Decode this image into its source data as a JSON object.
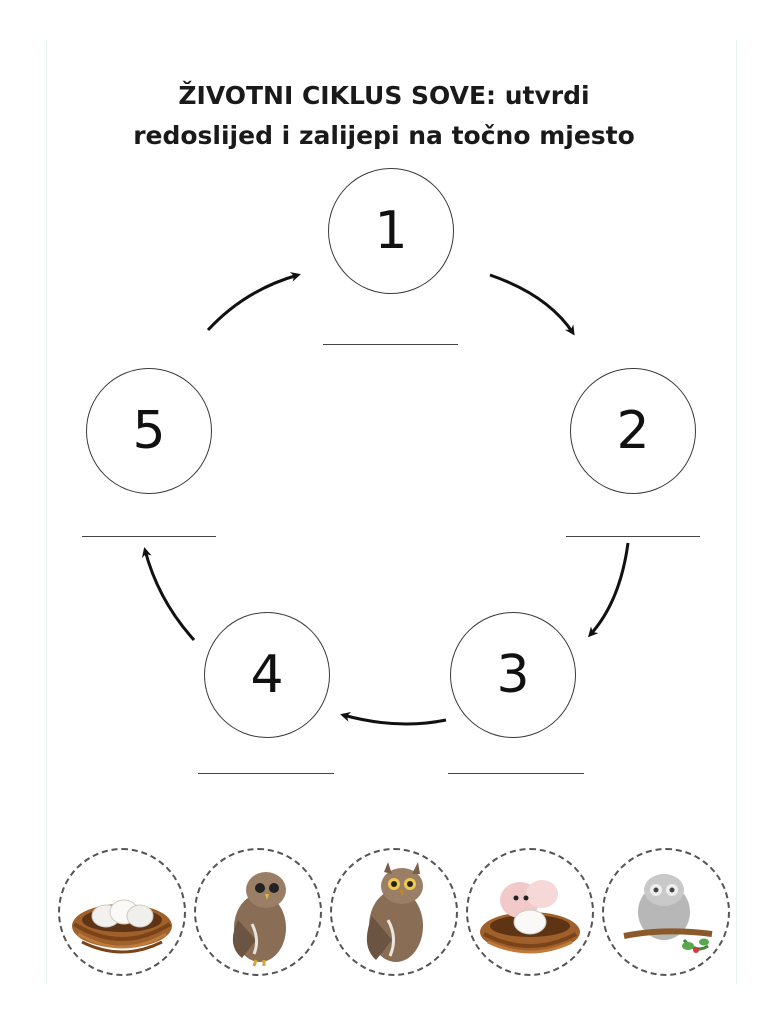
{
  "title": {
    "line1": "ŽIVOTNI CIKLUS SOVE: utvrdi",
    "line2": "redoslijed i zalijepi na točno mjesto"
  },
  "cycle": {
    "steps": [
      {
        "number": "1"
      },
      {
        "number": "2"
      },
      {
        "number": "3"
      },
      {
        "number": "4"
      },
      {
        "number": "5"
      }
    ]
  },
  "cutouts": [
    {
      "icon": "eggs-in-nest-icon"
    },
    {
      "icon": "owlet-icon"
    },
    {
      "icon": "adult-owl-icon"
    },
    {
      "icon": "hatching-chick-icon"
    },
    {
      "icon": "baby-owl-on-branch-icon"
    }
  ],
  "colors": {
    "ink": "#111111",
    "nest": "#a0602c",
    "owl_brown": "#8a6d55"
  }
}
